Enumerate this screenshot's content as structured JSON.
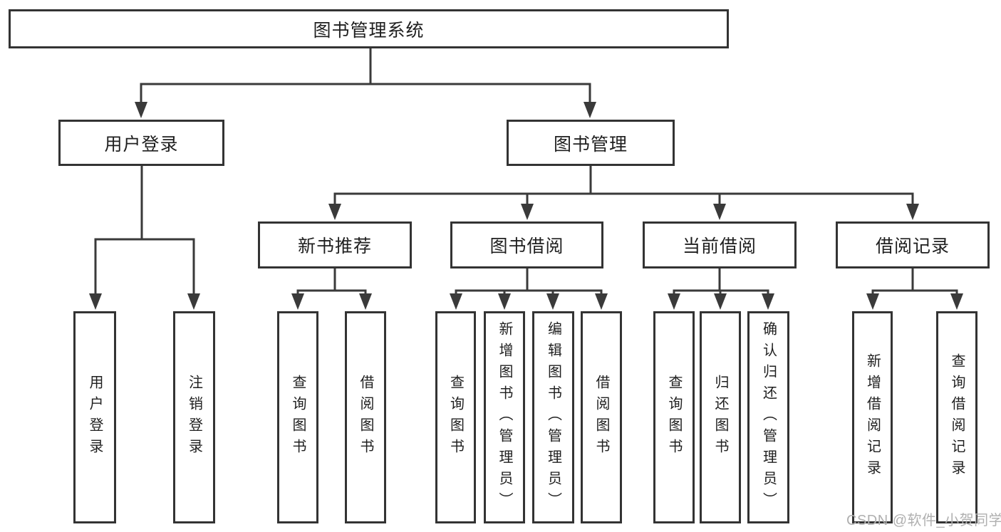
{
  "tree": {
    "root": {
      "label": "图书管理系统",
      "children": [
        {
          "label": "用户登录",
          "children": [
            {
              "label": "用户登录"
            },
            {
              "label": "注销登录"
            }
          ]
        },
        {
          "label": "图书管理",
          "children": [
            {
              "label": "新书推荐",
              "children": [
                {
                  "label": "查询图书"
                },
                {
                  "label": "借阅图书"
                }
              ]
            },
            {
              "label": "图书借阅",
              "children": [
                {
                  "label": "查询图书"
                },
                {
                  "label": "新增图书（管理员）"
                },
                {
                  "label": "编辑图书（管理员）"
                },
                {
                  "label": "借阅图书"
                }
              ]
            },
            {
              "label": "当前借阅",
              "children": [
                {
                  "label": "查询图书"
                },
                {
                  "label": "归还图书"
                },
                {
                  "label": "确认归还（管理员）"
                }
              ]
            },
            {
              "label": "借阅记录",
              "children": [
                {
                  "label": "新增借阅记录"
                },
                {
                  "label": "查询借阅记录"
                }
              ]
            }
          ]
        }
      ]
    }
  },
  "watermark": {
    "text": "CSDN @软件_小贺同学"
  },
  "colors": {
    "line": "#3a3a3a",
    "box_border": "#333333",
    "text": "#1f1f1f",
    "watermark": "#b0b0b0",
    "background": "#ffffff"
  }
}
